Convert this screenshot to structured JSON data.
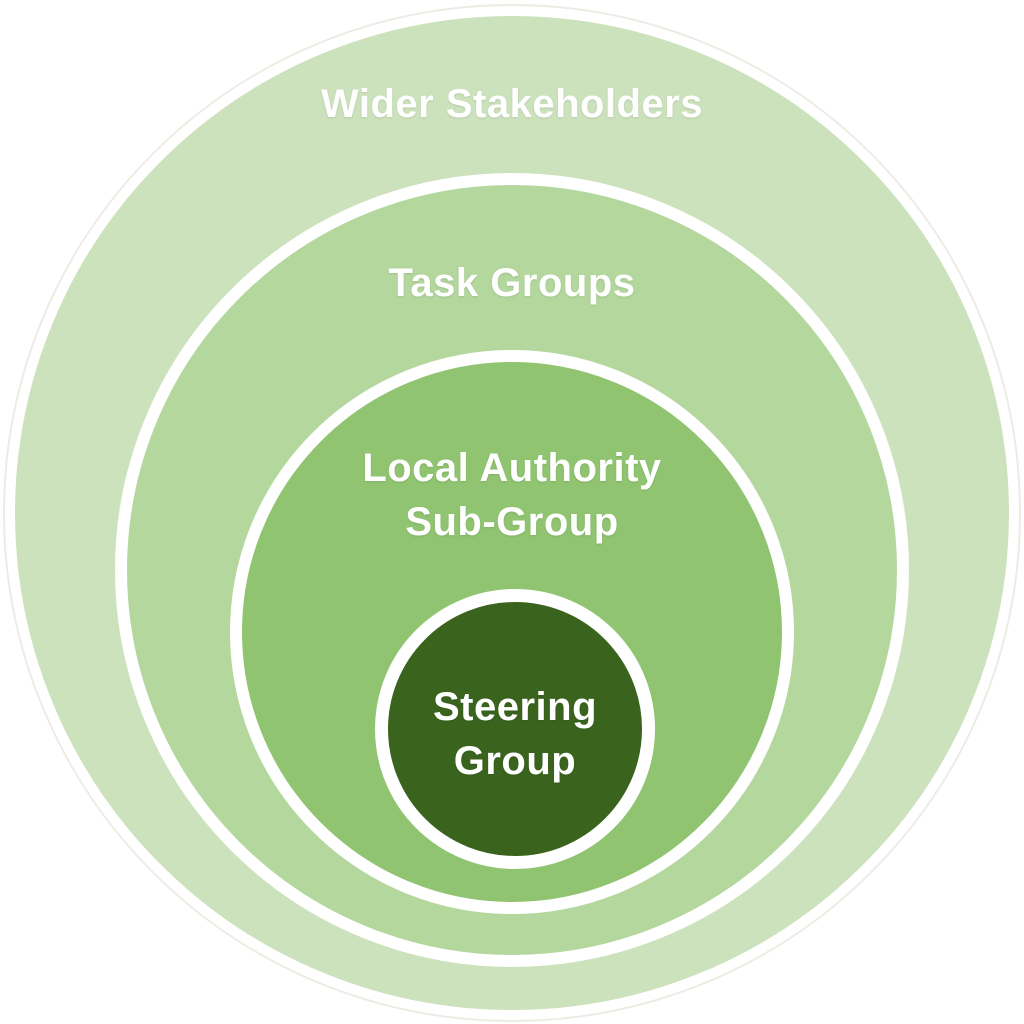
{
  "diagram": {
    "type": "concentric-onion",
    "background_color": "#ffffff",
    "ring_border_color": "#ffffff",
    "text_color": "#ffffff",
    "rings": [
      {
        "label": "Wider Stakeholders",
        "color": "#cce2bc"
      },
      {
        "label": "Task Groups",
        "color": "#b4d79e"
      },
      {
        "label": "Local Authority Sub-Group",
        "line1": "Local Authority",
        "line2": "Sub-Group",
        "color": "#90c471"
      },
      {
        "label": "Steering Group",
        "line1": "Steering",
        "line2": "Group",
        "color": "#3a641e"
      }
    ]
  }
}
